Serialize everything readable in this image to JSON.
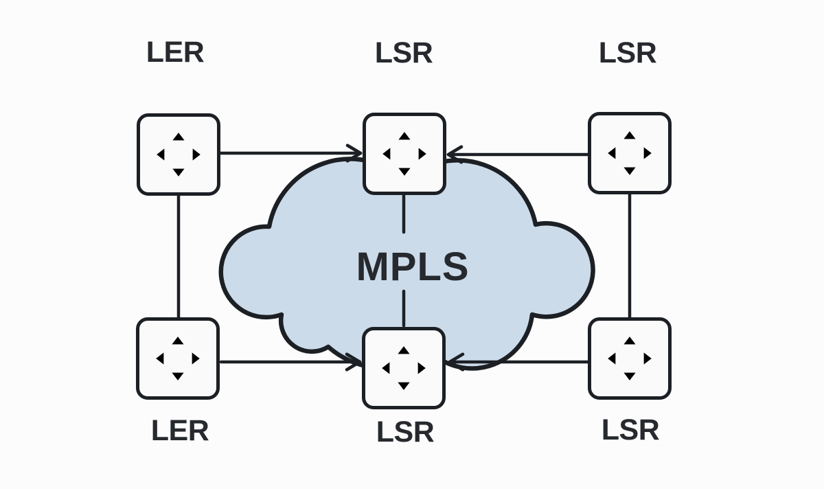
{
  "diagram": {
    "type": "network-topology",
    "subject": "MPLS label switching domain",
    "cloud": {
      "label": "MPLS"
    },
    "nodes": [
      {
        "id": "ler-top-left",
        "label": "LER",
        "position": "top-left"
      },
      {
        "id": "lsr-top-center",
        "label": "LSR",
        "position": "top-center"
      },
      {
        "id": "lsr-top-right",
        "label": "LSR",
        "position": "top-right"
      },
      {
        "id": "ler-bottom-left",
        "label": "LER",
        "position": "bottom-left"
      },
      {
        "id": "lsr-bottom-center",
        "label": "LSR",
        "position": "bottom-center"
      },
      {
        "id": "lsr-bottom-right",
        "label": "LSR",
        "position": "bottom-right"
      }
    ],
    "links": [
      {
        "from": "ler-top-left",
        "to": "lsr-top-center",
        "style": "arrow"
      },
      {
        "from": "lsr-top-right",
        "to": "lsr-top-center",
        "style": "arrow"
      },
      {
        "from": "ler-bottom-left",
        "to": "lsr-bottom-center",
        "style": "arrow"
      },
      {
        "from": "lsr-bottom-right",
        "to": "lsr-bottom-center",
        "style": "arrow"
      },
      {
        "from": "ler-top-left",
        "to": "ler-bottom-left",
        "style": "line"
      },
      {
        "from": "lsr-top-right",
        "to": "lsr-bottom-right",
        "style": "line"
      },
      {
        "from": "lsr-top-center",
        "to": "mpls-cloud",
        "style": "line"
      },
      {
        "from": "mpls-cloud",
        "to": "lsr-bottom-center",
        "style": "line"
      }
    ],
    "colors": {
      "bg": "#fcfcfc",
      "stroke": "#1c2025",
      "cloud_fill": "#ccdbe9",
      "node_fill": "#fafafa",
      "text": "#26292e"
    }
  }
}
